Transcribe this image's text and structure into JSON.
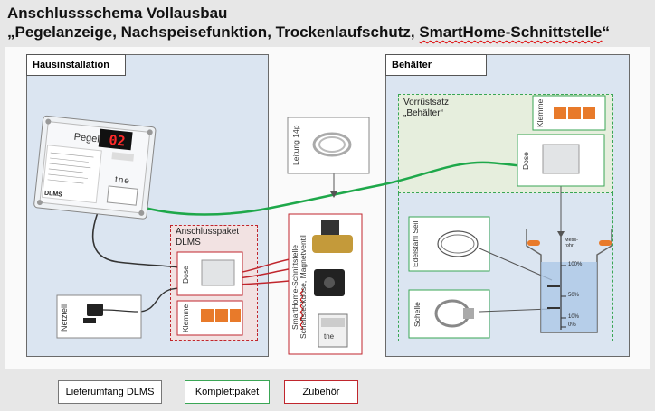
{
  "title": {
    "line1": "Anschlussschema Vollausbau",
    "line2_part1": "„Pegelanzeige, Nachspeisefunktion, Trockenlaufschutz, ",
    "line2_part2": "SmartHome-Schnittstelle",
    "line2_part3": "“"
  },
  "hausinstallation": {
    "title": "Hausinstallation",
    "device": {
      "label": "Pegel",
      "display": "02",
      "brand": "tne",
      "model": "DLMS"
    },
    "netzteil": "Netzteil"
  },
  "anschlusspaket": {
    "title": "Anschlusspaket DLMS",
    "dose": "Dose",
    "klemme": "Klemme"
  },
  "leitung": "Leitung 14p",
  "zubehoer_box": {
    "label": "SmartHome-Schnittstelle Schaltsteckdose, Magnetventil",
    "label_part1": "SmartHome",
    "label_part2": "-Schnittstelle",
    "label_part3": "Schaltsteckdose, Magnetventil",
    "module_brand": "tne"
  },
  "behaelter": {
    "title": "Behälter",
    "vorruestsatz": "Vorrüstsatz „Behälter“",
    "klemme": "Klemme",
    "dose": "Dose",
    "seil": "Edelstahl Seil",
    "schelle": "Schelle",
    "scale_title": "Mess-rohr",
    "scale_100": "100%",
    "scale_50": "50%",
    "scale_10": "10%",
    "scale_0": "0%"
  },
  "legend": {
    "lieferumfang": "Lieferumfang DLMS",
    "komplettpaket": "Komplettpaket",
    "zubehoer": "Zubehör"
  },
  "colors": {
    "cable_green": "#1ea84a",
    "red": "#c0262d",
    "green": "#3aa655",
    "panel": "#dbe5f1"
  }
}
